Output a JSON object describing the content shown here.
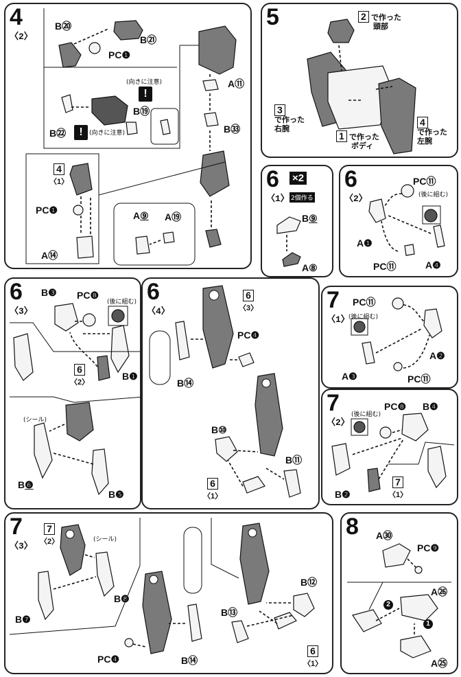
{
  "p4": {
    "step": "4",
    "sub": "〈2〉",
    "labels": {
      "b20": "B",
      "b20n": "⑳",
      "b21": "B",
      "b21n": "㉑",
      "pc1": "PC",
      "pc1n": "❶",
      "a11": "A",
      "a11n": "⑪",
      "b33": "B",
      "b33n": "㉝",
      "b19": "B",
      "b19n": "⑲",
      "b22": "B",
      "b22n": "㉒",
      "a9": "A",
      "a9n": "⑨",
      "a19": "A",
      "a19n": "⑲",
      "pc1b": "PC",
      "pc1bn": "❶",
      "a14": "A",
      "a14n": "⑭",
      "box4": "4",
      "box4sub": "〈1〉"
    },
    "note": "(向きに注意)",
    "warn": "!"
  },
  "p5": {
    "step": "5",
    "head_num": "2",
    "head_text": "で作った",
    "head_part": "頭部",
    "arm_r_num": "3",
    "arm_r_text": "で作った",
    "arm_r_part": "右腕",
    "body_num": "1",
    "body_text": "で作った",
    "body_part": "ボディ",
    "arm_l_num": "4",
    "arm_l_text": "で作った",
    "arm_l_part": "左腕"
  },
  "p6a": {
    "step": "6",
    "sub": "〈1〉",
    "badge": "×2",
    "badge_note": "2個作る",
    "labels": {
      "b9": "B",
      "b9n": "⑨",
      "a8": "A",
      "a8n": "⑧"
    }
  },
  "p6b": {
    "step": "6",
    "sub": "〈2〉",
    "note": "(後に組む)",
    "labels": {
      "pc11a": "PC",
      "pc11an": "⑪",
      "a1": "A",
      "a1n": "❶",
      "pc11b": "PC",
      "pc11bn": "⑪",
      "a4": "A",
      "a4n": "❹"
    }
  },
  "p6c": {
    "step": "6",
    "sub": "〈3〉",
    "note": "(後に組む)",
    "seal": "(シール)",
    "labels": {
      "b3": "B",
      "b3n": "❸",
      "pc8": "PC",
      "pc8n": "❽",
      "b1": "B",
      "b1n": "❶",
      "box6": "6",
      "box6sub": "〈2〉",
      "b6": "B",
      "b6n": "❻",
      "b5": "B",
      "b5n": "❺"
    }
  },
  "p6d": {
    "step": "6",
    "sub": "〈4〉",
    "labels": {
      "box6": "6",
      "box6sub": "〈3〉",
      "pc4": "PC",
      "pc4n": "❹",
      "b14": "B",
      "b14n": "⑭",
      "b10": "B",
      "b10n": "⑩",
      "b11": "B",
      "b11n": "⑪",
      "box6b": "6",
      "box6bsub": "〈1〉"
    }
  },
  "p7a": {
    "step": "7",
    "sub": "〈1〉",
    "note": "(後に組む)",
    "labels": {
      "pc11a": "PC",
      "pc11an": "⑪",
      "a2": "A",
      "a2n": "❷",
      "a3": "A",
      "a3n": "❸",
      "pc11b": "PC",
      "pc11bn": "⑪"
    }
  },
  "p7b": {
    "step": "7",
    "sub": "〈2〉",
    "note": "(後に組む)",
    "labels": {
      "pc8": "PC",
      "pc8n": "❽",
      "b4": "B",
      "b4n": "❹",
      "b2": "B",
      "b2n": "❷",
      "box7": "7",
      "box7sub": "〈1〉"
    }
  },
  "p7c": {
    "step": "7",
    "sub": "〈3〉",
    "seal": "(シール)",
    "labels": {
      "box7": "7",
      "box7sub": "〈2〉",
      "b8": "B",
      "b8n": "❽",
      "b7": "B",
      "b7n": "❼",
      "pc4": "PC",
      "pc4n": "❹",
      "b14": "B",
      "b14n": "⑭",
      "b12": "B",
      "b12n": "⑫",
      "b13": "B",
      "b13n": "⑬",
      "box6": "6",
      "box6sub": "〈1〉"
    }
  },
  "p8": {
    "step": "8",
    "labels": {
      "a30": "A",
      "a30n": "㉚",
      "pc9": "PC",
      "pc9n": "❾",
      "a26": "A",
      "a26n": "㉖",
      "a25": "A",
      "a25n": "㉕",
      "s1": "1",
      "s2": "2"
    }
  }
}
